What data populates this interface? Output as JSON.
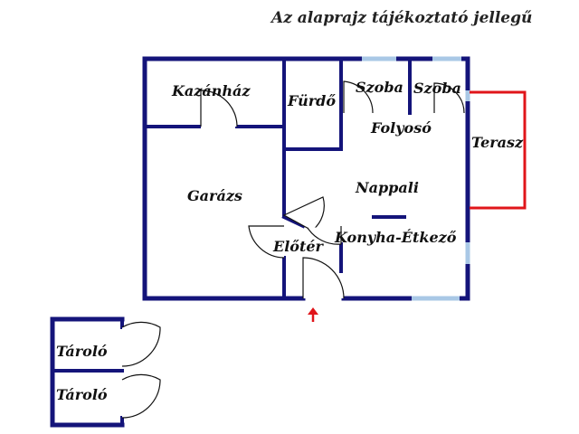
{
  "caption": "Az alaprajz tájékoztató jellegű",
  "rooms": {
    "kazanhaz": "Kazánház",
    "furdo": "Fürdő",
    "szoba1": "Szoba",
    "szoba2": "Szoba",
    "folyoso": "Folyosó",
    "terasz": "Terasz",
    "garazs": "Garázs",
    "nappali": "Nappali",
    "eloter": "Előtér",
    "konyha": "Konyha-Étkező",
    "tarolo1": "Tároló",
    "tarolo2": "Tároló"
  },
  "colors": {
    "wall": "#14147a",
    "window": "#a9c8e6",
    "terrace": "#e0151a",
    "entrance_arrow": "#e0151a"
  }
}
